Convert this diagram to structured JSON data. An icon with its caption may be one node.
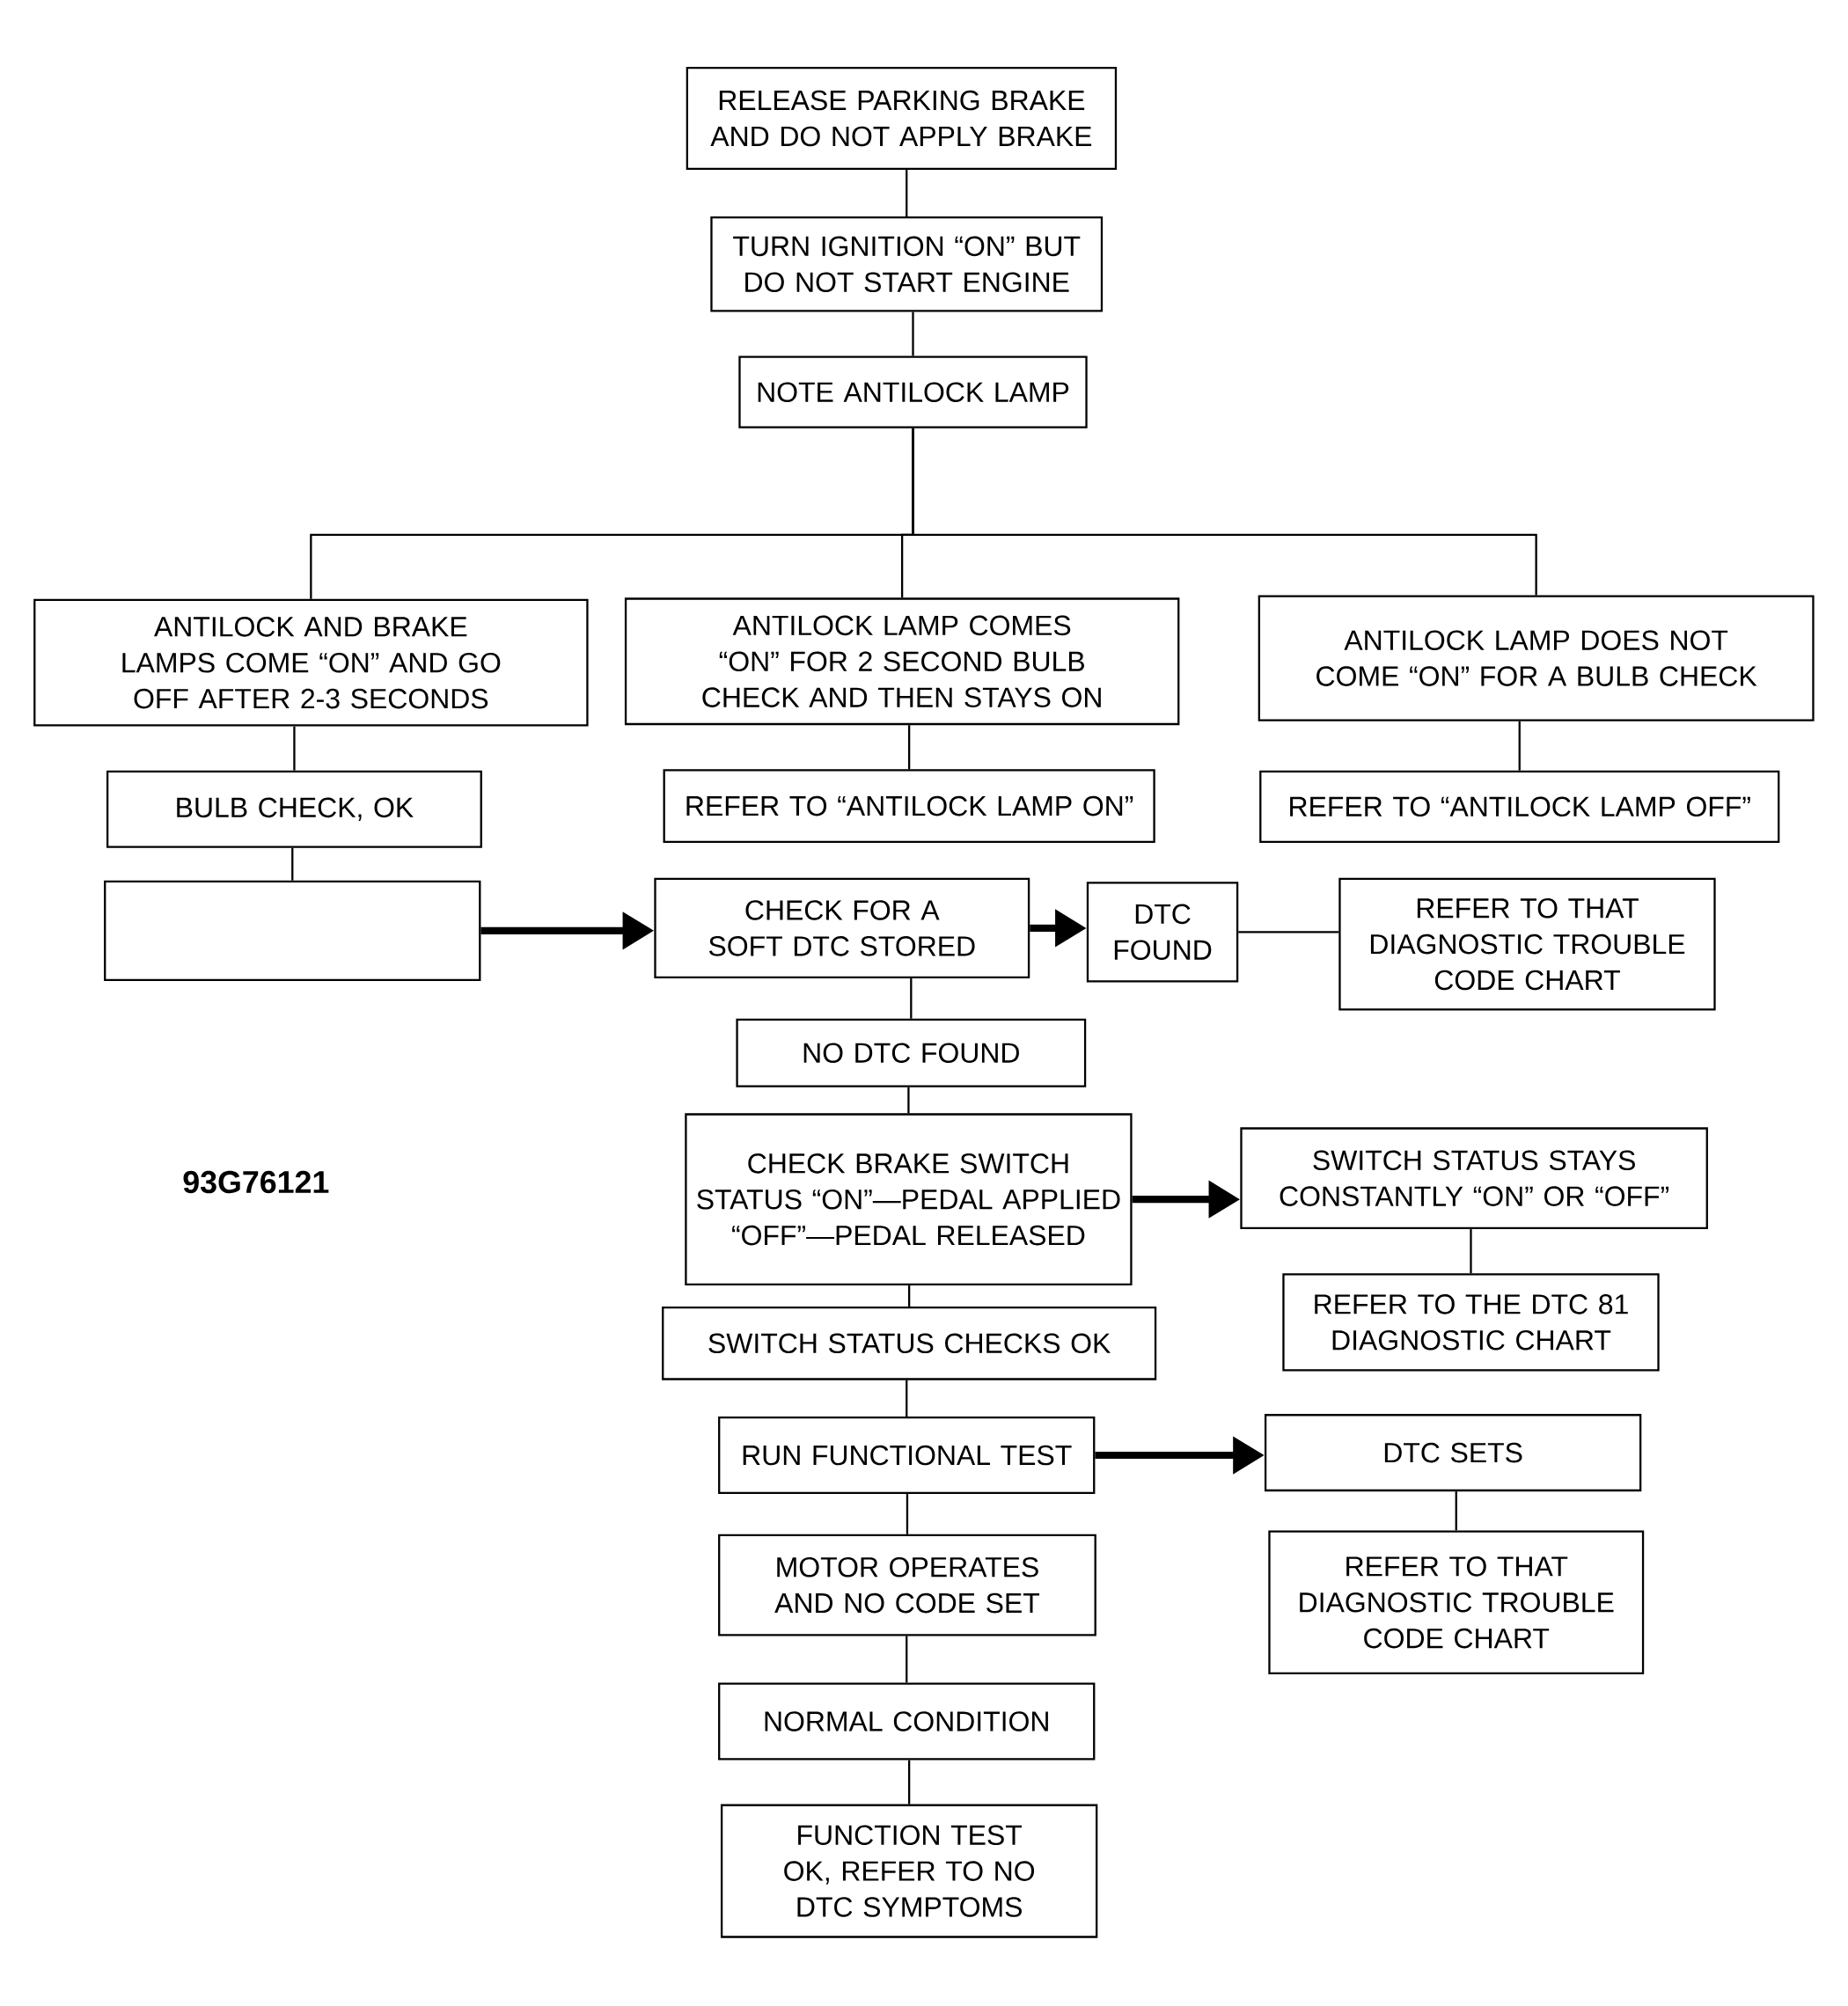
{
  "diagram": {
    "nodes": [
      {
        "text": [
          "RELEASE PARKING BRAKE AND DO NOT APPLY BRAKE"
        ]
      },
      {
        "text": [
          "TURN IGNITION “ON” BUT DO NOT START ENGINE"
        ]
      },
      {
        "text": [
          "NOTE ANTILOCK LAMP"
        ]
      },
      {
        "text": [
          "ANTILOCK AND BRAKE LAMPS COME “ON” AND GO OFF AFTER 2-3 SECONDS"
        ]
      },
      {
        "text": [
          "ANTILOCK LAMP COMES “ON” FOR 2 SECOND BULB CHECK AND THEN STAYS ON"
        ]
      },
      {
        "text": [
          "ANTILOCK LAMP DOES NOT COME “ON” FOR A BULB CHECK"
        ]
      },
      {
        "text": [
          "BULB CHECK, OK"
        ]
      },
      {
        "text": [
          "REFER TO “ANTILOCK LAMP ON”"
        ]
      },
      {
        "text": [
          "REFER TO “ANTILOCK LAMP OFF”"
        ]
      },
      {
        "text": [],
        "shape": "box"
      },
      {
        "text": [
          "CHECK FOR A SOFT DTC STORED"
        ]
      },
      {
        "text": [
          "DTC FOUND"
        ]
      },
      {
        "text": [
          "REFER TO THAT DIAGNOSTIC TROUBLE CODE CHART"
        ]
      },
      {
        "text": [
          "NO DTC FOUND"
        ]
      },
      {
        "text": [
          "CHECK BRAKE SWITCH STATUS “ON”—PEDAL APPLIED “OFF”—PEDAL RELEASED"
        ]
      },
      {
        "text": [
          "SWITCH STATUS STAYS CONSTANTLY “ON” OR “OFF”"
        ]
      },
      {
        "text": [
          "REFER TO THE DTC 81 DIAGNOSTIC CHART"
        ]
      },
      {
        "text": [
          "SWITCH STATUS CHECKS OK"
        ]
      },
      {
        "text": [
          "RUN FUNCTIONAL TEST"
        ]
      },
      {
        "text": [
          "DTC SETS"
        ]
      },
      {
        "text": [
          "MOTOR OPERATES AND NO CODE SET"
        ]
      },
      {
        "text": [
          "REFER TO THAT DIAGNOSTIC TROUBLE CODE CHART"
        ]
      },
      {
        "text": [
          "NORMAL CONDITION"
        ]
      },
      {
        "text": [
          "FUNCTION TEST OK, REFER TO NO DTC SYMPTOMS"
        ]
      }
    ],
    "edges": [
      {
        "from": 0,
        "to": 1,
        "arrow": "none"
      },
      {
        "from": 1,
        "to": 2,
        "arrow": "none"
      },
      {
        "from": 2,
        "to": 3,
        "arrow": "none"
      },
      {
        "from": 2,
        "to": 4,
        "arrow": "none"
      },
      {
        "from": 2,
        "to": 5,
        "arrow": "none"
      },
      {
        "from": 3,
        "to": 6,
        "arrow": "none"
      },
      {
        "from": 4,
        "to": 7,
        "arrow": "none"
      },
      {
        "from": 5,
        "to": 8,
        "arrow": "none"
      },
      {
        "from": 6,
        "to": 9,
        "arrow": "none"
      },
      {
        "from": 9,
        "to": 10,
        "arrow": "to",
        "style": "thick"
      },
      {
        "from": 10,
        "to": 11,
        "arrow": "to",
        "style": "thick"
      },
      {
        "from": 11,
        "to": 12,
        "arrow": "none"
      },
      {
        "from": 10,
        "to": 13,
        "arrow": "none"
      },
      {
        "from": 13,
        "to": 14,
        "arrow": "none"
      },
      {
        "from": 14,
        "to": 15,
        "arrow": "to",
        "style": "thick"
      },
      {
        "from": 15,
        "to": 16,
        "arrow": "none"
      },
      {
        "from": 14,
        "to": 17,
        "arrow": "none"
      },
      {
        "from": 17,
        "to": 18,
        "arrow": "none"
      },
      {
        "from": 18,
        "to": 19,
        "arrow": "to",
        "style": "thick"
      },
      {
        "from": 19,
        "to": 21,
        "arrow": "none"
      },
      {
        "from": 18,
        "to": 20,
        "arrow": "none"
      },
      {
        "from": 20,
        "to": 22,
        "arrow": "none"
      },
      {
        "from": 22,
        "to": 23,
        "arrow": "none"
      }
    ],
    "labels": [
      "93G76121"
    ]
  }
}
